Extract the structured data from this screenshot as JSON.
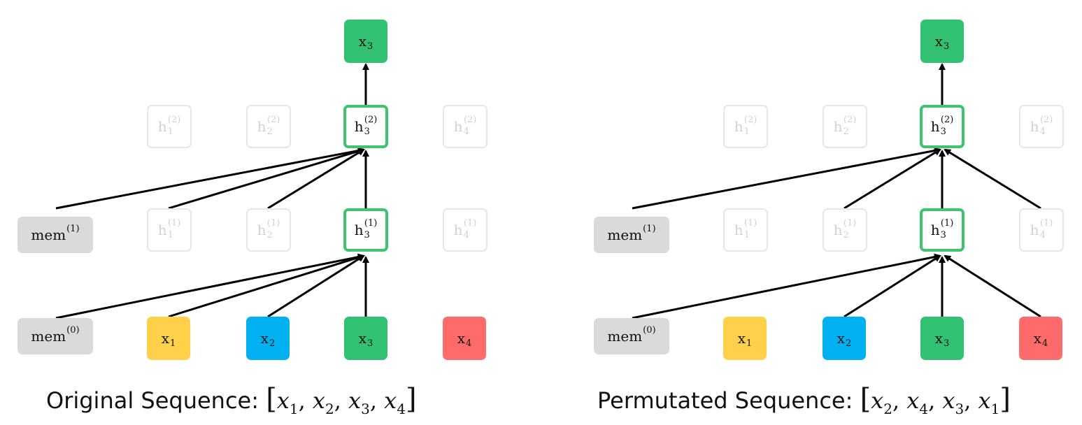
{
  "colors": {
    "x1": "#ffd049",
    "x2": "#00b0f0",
    "x3": "#32c173",
    "x4": "#ff6b6b",
    "mem": "#dadada",
    "active_border": "#3ec46d",
    "faded": "#e6e6e6"
  },
  "labels": {
    "x": "x",
    "h": "h",
    "mem": "mem",
    "sub": [
      "1",
      "2",
      "3",
      "4"
    ],
    "layer1": "(1)",
    "layer2": "(2)",
    "layer0": "(0)"
  },
  "left": {
    "caption_text": "Original Sequence:",
    "sequence": [
      "x1",
      "x2",
      "x3",
      "x4"
    ]
  },
  "right": {
    "caption_text": "Permutated Sequence:",
    "sequence": [
      "x2",
      "x4",
      "x3",
      "x1"
    ]
  }
}
